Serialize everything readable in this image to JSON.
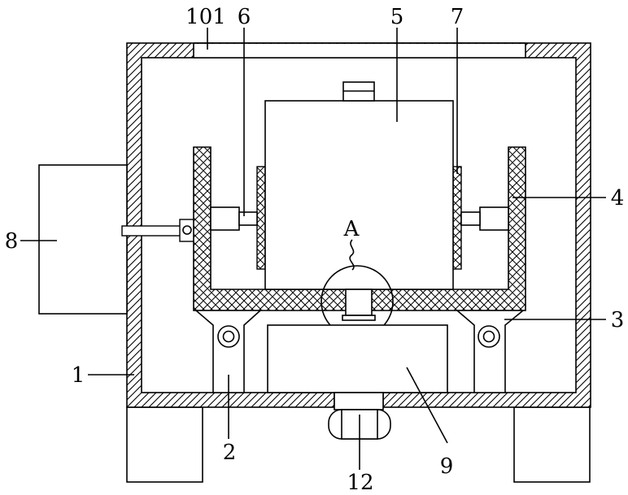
{
  "labels": {
    "l101": "101",
    "l6": "6",
    "l5": "5",
    "l7": "7",
    "l4": "4",
    "l8": "8",
    "lA": "A",
    "l3": "3",
    "l1": "1",
    "l2": "2",
    "l9": "9",
    "l12": "12"
  }
}
